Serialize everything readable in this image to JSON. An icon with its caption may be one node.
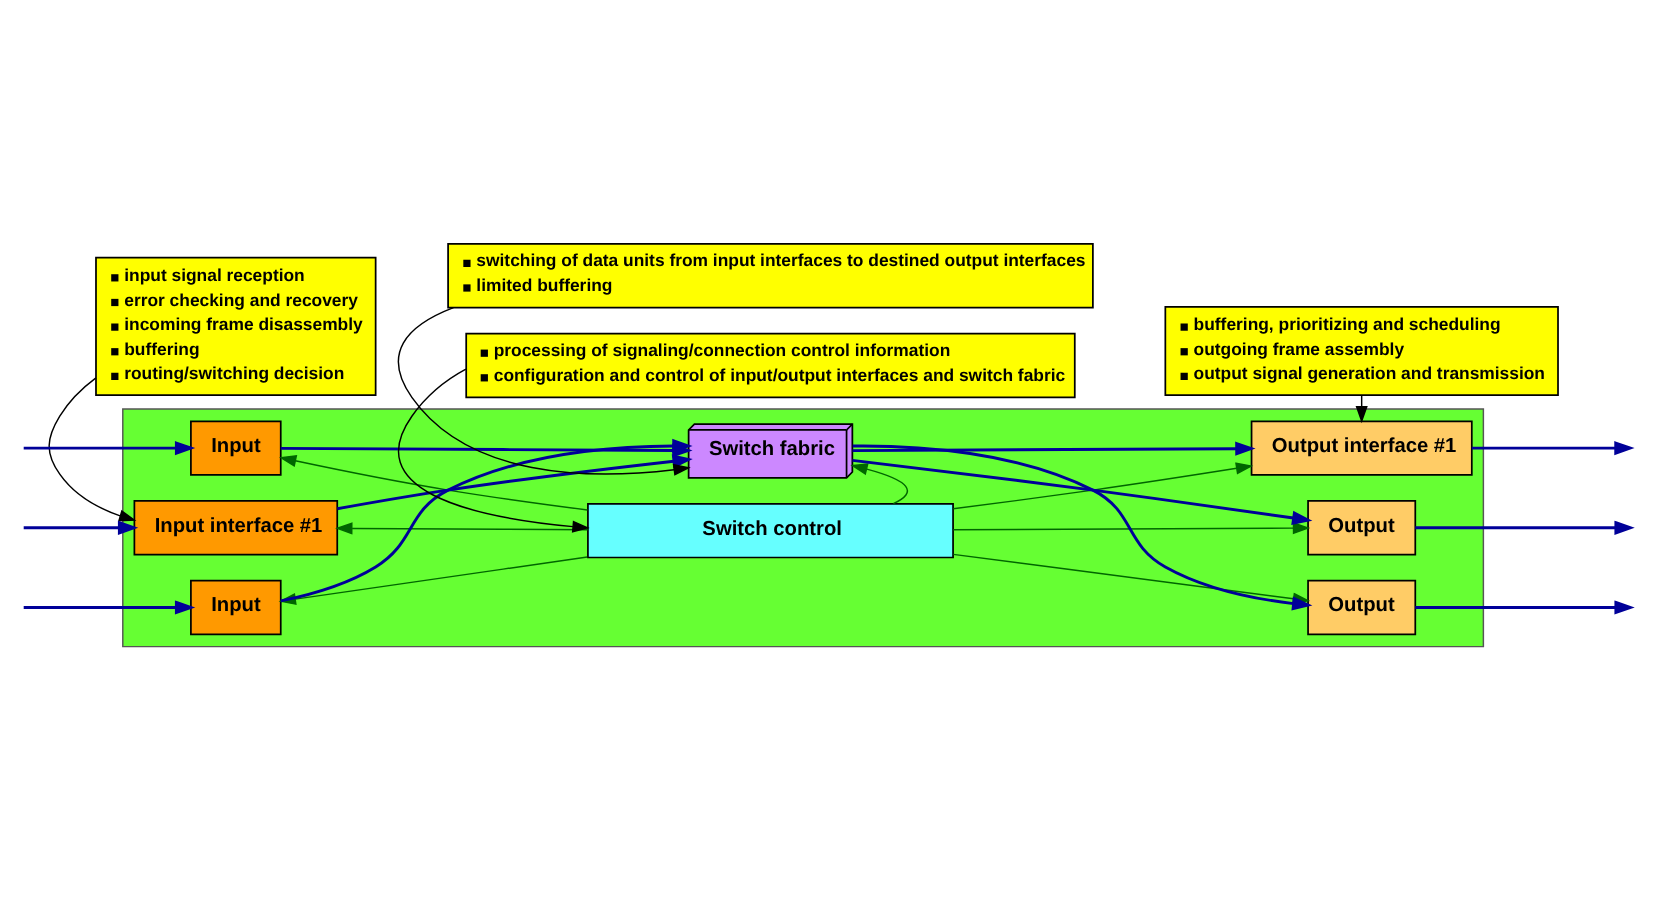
{
  "diagram": {
    "nodes": [
      {
        "text": [],
        "shape": "box"
      },
      {
        "text": [
          "Switch control"
        ],
        "in": 0
      },
      {
        "text": [
          "Input"
        ],
        "in": 0
      },
      {
        "text": [
          "Input"
        ],
        "in": 0
      },
      {
        "text": [
          "Input interface #1"
        ],
        "in": 0
      },
      {
        "text": [
          "Switch fabric"
        ],
        "in": 0
      },
      {
        "text": [
          "Output"
        ],
        "in": 0
      },
      {
        "text": [
          "Output"
        ],
        "in": 0
      },
      {
        "text": [
          "Output interface #1"
        ],
        "in": 0
      },
      {
        "text": [
          "input signal reception",
          "error checking and recovery",
          "incoming frame disassembly",
          "buffering",
          "routing/switching decision"
        ]
      },
      {
        "text": [
          "switching of data units from input interfaces to destined output interfaces",
          "limited buffering"
        ]
      },
      {
        "text": [
          "buffering, prioritizing and scheduling",
          "outgoing frame assembly",
          "output signal generation and transmission"
        ]
      },
      {
        "text": [
          "processing of signaling/connection control information",
          "configuration and control of input/output interfaces and switch fabric"
        ]
      }
    ],
    "edges": [
      {
        "from": null,
        "to": 2,
        "arrow": "to"
      },
      {
        "from": null,
        "to": 3,
        "arrow": "to"
      },
      {
        "from": null,
        "to": 4,
        "arrow": "to"
      },
      {
        "from": 2,
        "to": 5,
        "arrow": "to"
      },
      {
        "from": 3,
        "to": 5,
        "arrow": "to"
      },
      {
        "from": 4,
        "to": 5,
        "arrow": "to"
      },
      {
        "from": 5,
        "to": 6,
        "arrow": "to"
      },
      {
        "from": 5,
        "to": 7,
        "arrow": "to"
      },
      {
        "from": 5,
        "to": 8,
        "arrow": "to"
      },
      {
        "from": 6,
        "to": null,
        "arrow": "to"
      },
      {
        "from": 7,
        "to": null,
        "arrow": "to"
      },
      {
        "from": 8,
        "to": null,
        "arrow": "to"
      },
      {
        "from": 1,
        "to": 4,
        "arrow": "to",
        "color": "#006600"
      },
      {
        "from": 1,
        "to": 3,
        "arrow": "to",
        "color": "#006600"
      },
      {
        "from": 1,
        "to": 2,
        "arrow": "to",
        "color": "#006600"
      },
      {
        "from": 1,
        "to": 5,
        "arrow": "to",
        "color": "#006600"
      },
      {
        "from": 1,
        "to": 8,
        "arrow": "to",
        "color": "#006600"
      },
      {
        "from": 1,
        "to": 7,
        "arrow": "to",
        "color": "#006600"
      },
      {
        "from": 1,
        "to": 6,
        "arrow": "to",
        "color": "#006600"
      },
      {
        "from": 9,
        "to": 4,
        "arrow": "to",
        "color": "#000000"
      },
      {
        "from": 10,
        "to": 5,
        "arrow": "to",
        "color": "#000000"
      },
      {
        "from": 11,
        "to": 8,
        "arrow": "to",
        "color": "#000000"
      },
      {
        "from": 12,
        "to": 1,
        "arrow": "to",
        "color": "#000000"
      }
    ]
  }
}
